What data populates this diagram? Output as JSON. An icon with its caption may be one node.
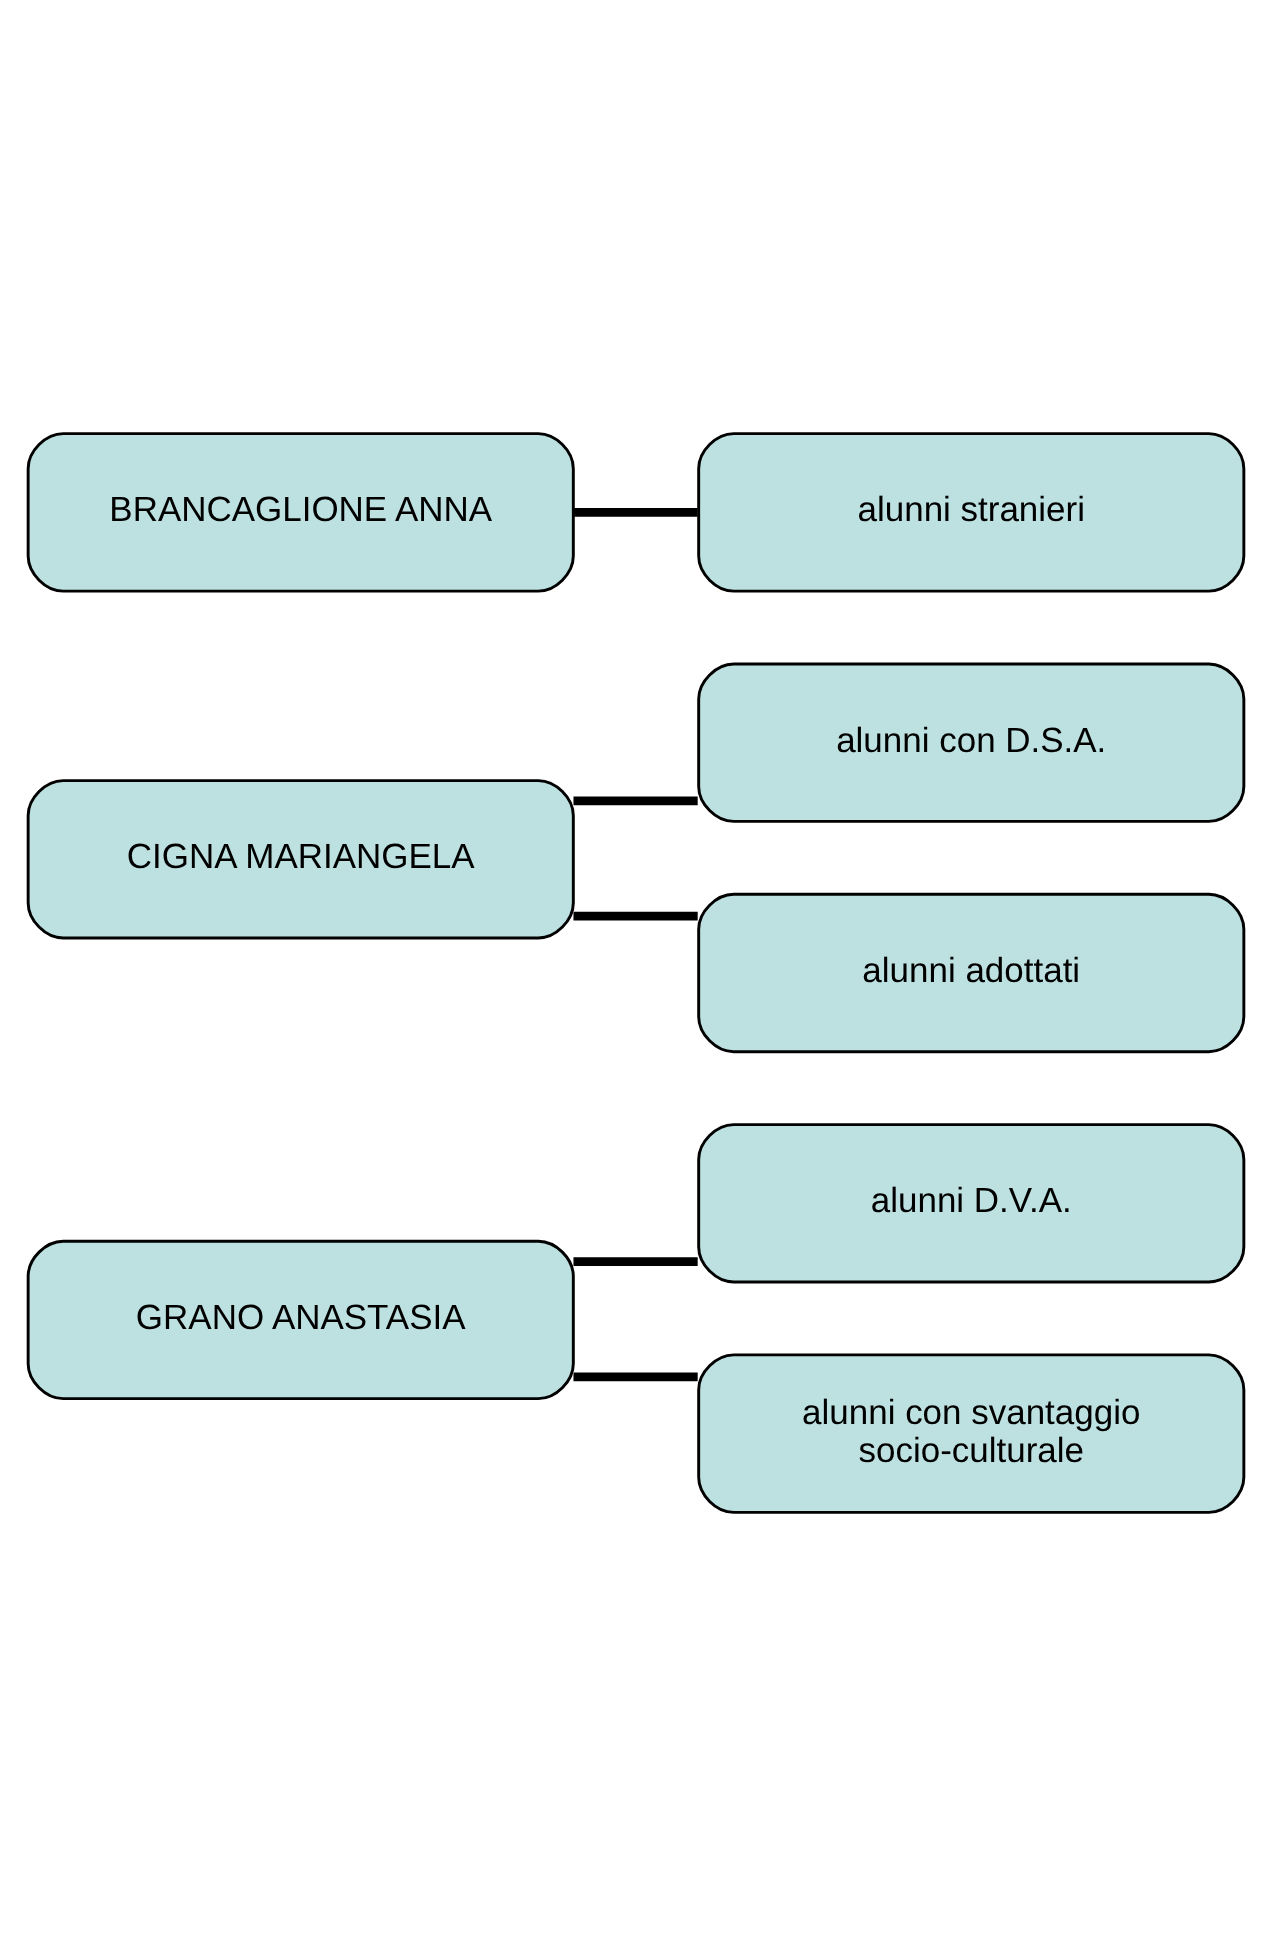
{
  "diagram": {
    "nodes": [
      {
        "text": [
          "GRANO ANASTASIA"
        ]
      },
      {
        "text": [
          "alunni D.V.A."
        ]
      },
      {
        "text": [
          "alunni con svantaggio socio-culturale"
        ]
      },
      {
        "text": [
          "CIGNA MARIANGELA"
        ]
      },
      {
        "text": [
          "alunni con D.S.A."
        ]
      },
      {
        "text": [
          "alunni adottati"
        ]
      },
      {
        "text": [
          "BRANCAGLIONE ANNA"
        ]
      },
      {
        "text": [
          "alunni stranieri"
        ]
      }
    ],
    "edges": [
      {
        "from": 0,
        "to": 1,
        "arrow": "none"
      },
      {
        "from": 0,
        "to": 2,
        "arrow": "none"
      },
      {
        "from": 3,
        "to": 4,
        "arrow": "none"
      },
      {
        "from": 3,
        "to": 5,
        "arrow": "none"
      },
      {
        "from": 6,
        "to": 7,
        "arrow": "none"
      }
    ]
  }
}
